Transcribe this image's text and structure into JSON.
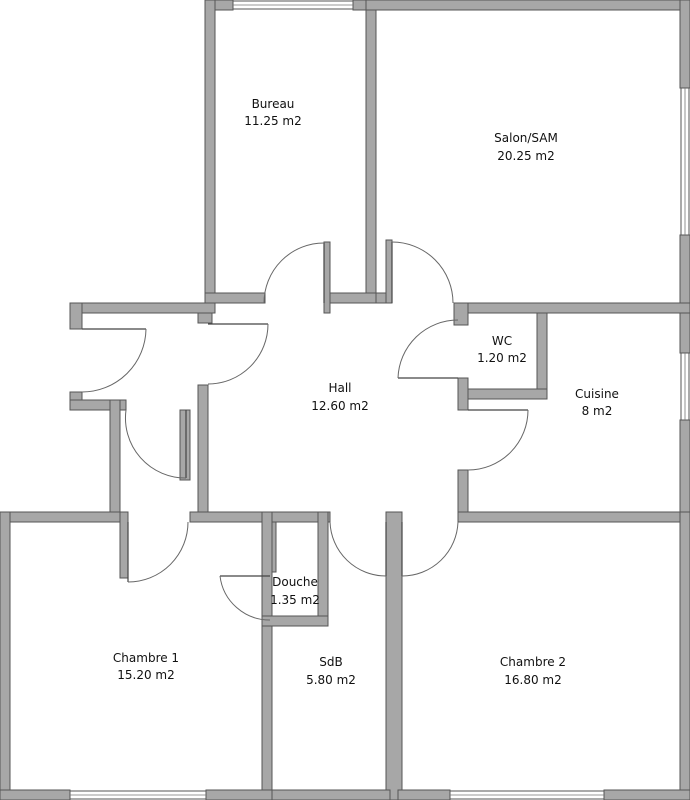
{
  "rooms": {
    "bureau": {
      "name": "Bureau",
      "area": "11.25 m2"
    },
    "salon": {
      "name": "Salon/SAM",
      "area": "20.25 m2"
    },
    "wc": {
      "name": "WC",
      "area": "1.20 m2"
    },
    "cuisine": {
      "name": "Cuisine",
      "area": "8 m2"
    },
    "hall": {
      "name": "Hall",
      "area": "12.60 m2"
    },
    "douche": {
      "name": "Douche",
      "area": "1.35 m2"
    },
    "chambre1": {
      "name": "Chambre 1",
      "area": "15.20 m2"
    },
    "sdb": {
      "name": "SdB",
      "area": "5.80 m2"
    },
    "chambre2": {
      "name": "Chambre 2",
      "area": "16.80 m2"
    }
  },
  "colors": {
    "wall": "#a7a7a7",
    "wall_outline": "#555555",
    "background": "#ffffff"
  }
}
